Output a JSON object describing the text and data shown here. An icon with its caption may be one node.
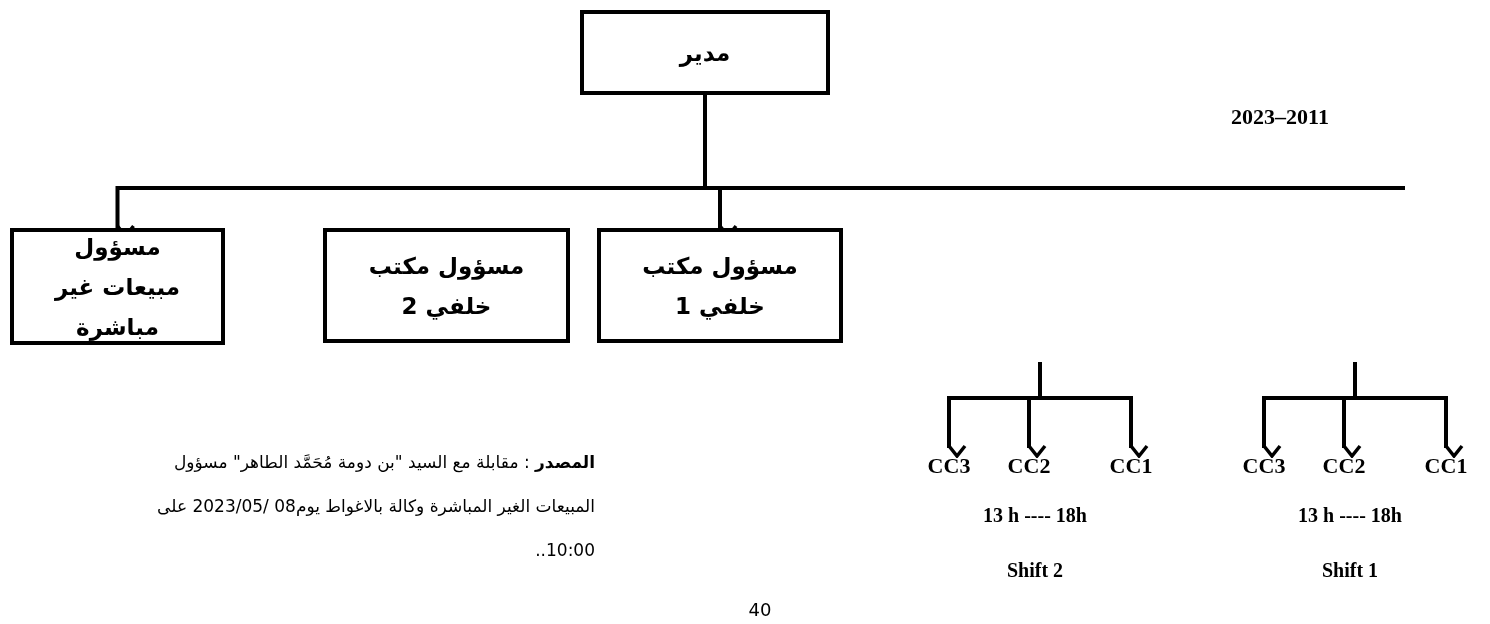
{
  "diagram": {
    "nodes": [
      {
        "text": [
          "مدير"
        ]
      },
      {
        "text": [
          "مسؤول مكتب خلفي 1"
        ]
      },
      {
        "text": [
          "مسؤول مكتب خلفي 2"
        ]
      },
      {
        "text": [
          "مسؤول مبيعات غير مباشرة"
        ]
      },
      {
        "text": [
          "CC3"
        ]
      },
      {
        "text": [
          "CC2"
        ]
      },
      {
        "text": [
          "CC1"
        ]
      },
      {
        "text": [
          "CC3"
        ]
      },
      {
        "text": [
          "CC2"
        ]
      },
      {
        "text": [
          "CC1"
        ]
      }
    ],
    "edges": [
      {
        "from": 0,
        "to": 1,
        "arrow": "to"
      },
      {
        "from": 0,
        "to": 3,
        "arrow": "to"
      },
      {
        "from": 0,
        "to": null,
        "arrow": "none"
      },
      {
        "from": null,
        "to": 4,
        "arrow": "to"
      },
      {
        "from": null,
        "to": 5,
        "arrow": "to"
      },
      {
        "from": null,
        "to": 6,
        "arrow": "to"
      },
      {
        "from": null,
        "to": 7,
        "arrow": "to"
      },
      {
        "from": null,
        "to": 8,
        "arrow": "to"
      },
      {
        "from": null,
        "to": 9,
        "arrow": "to"
      }
    ],
    "labels": [
      "2023–2011",
      "13 h ---- 18h",
      "13 h ---- 18h",
      "Shift 2",
      "Shift 1",
      "**المصدر** : مقابلة مع السيد \"بن دومة مُحَمَّد الطاهر\" مسؤول المبيعات الغير المباشرة وكالة بالاغواط يوم08 /2023/05 على 10:00..",
      "40"
    ]
  }
}
